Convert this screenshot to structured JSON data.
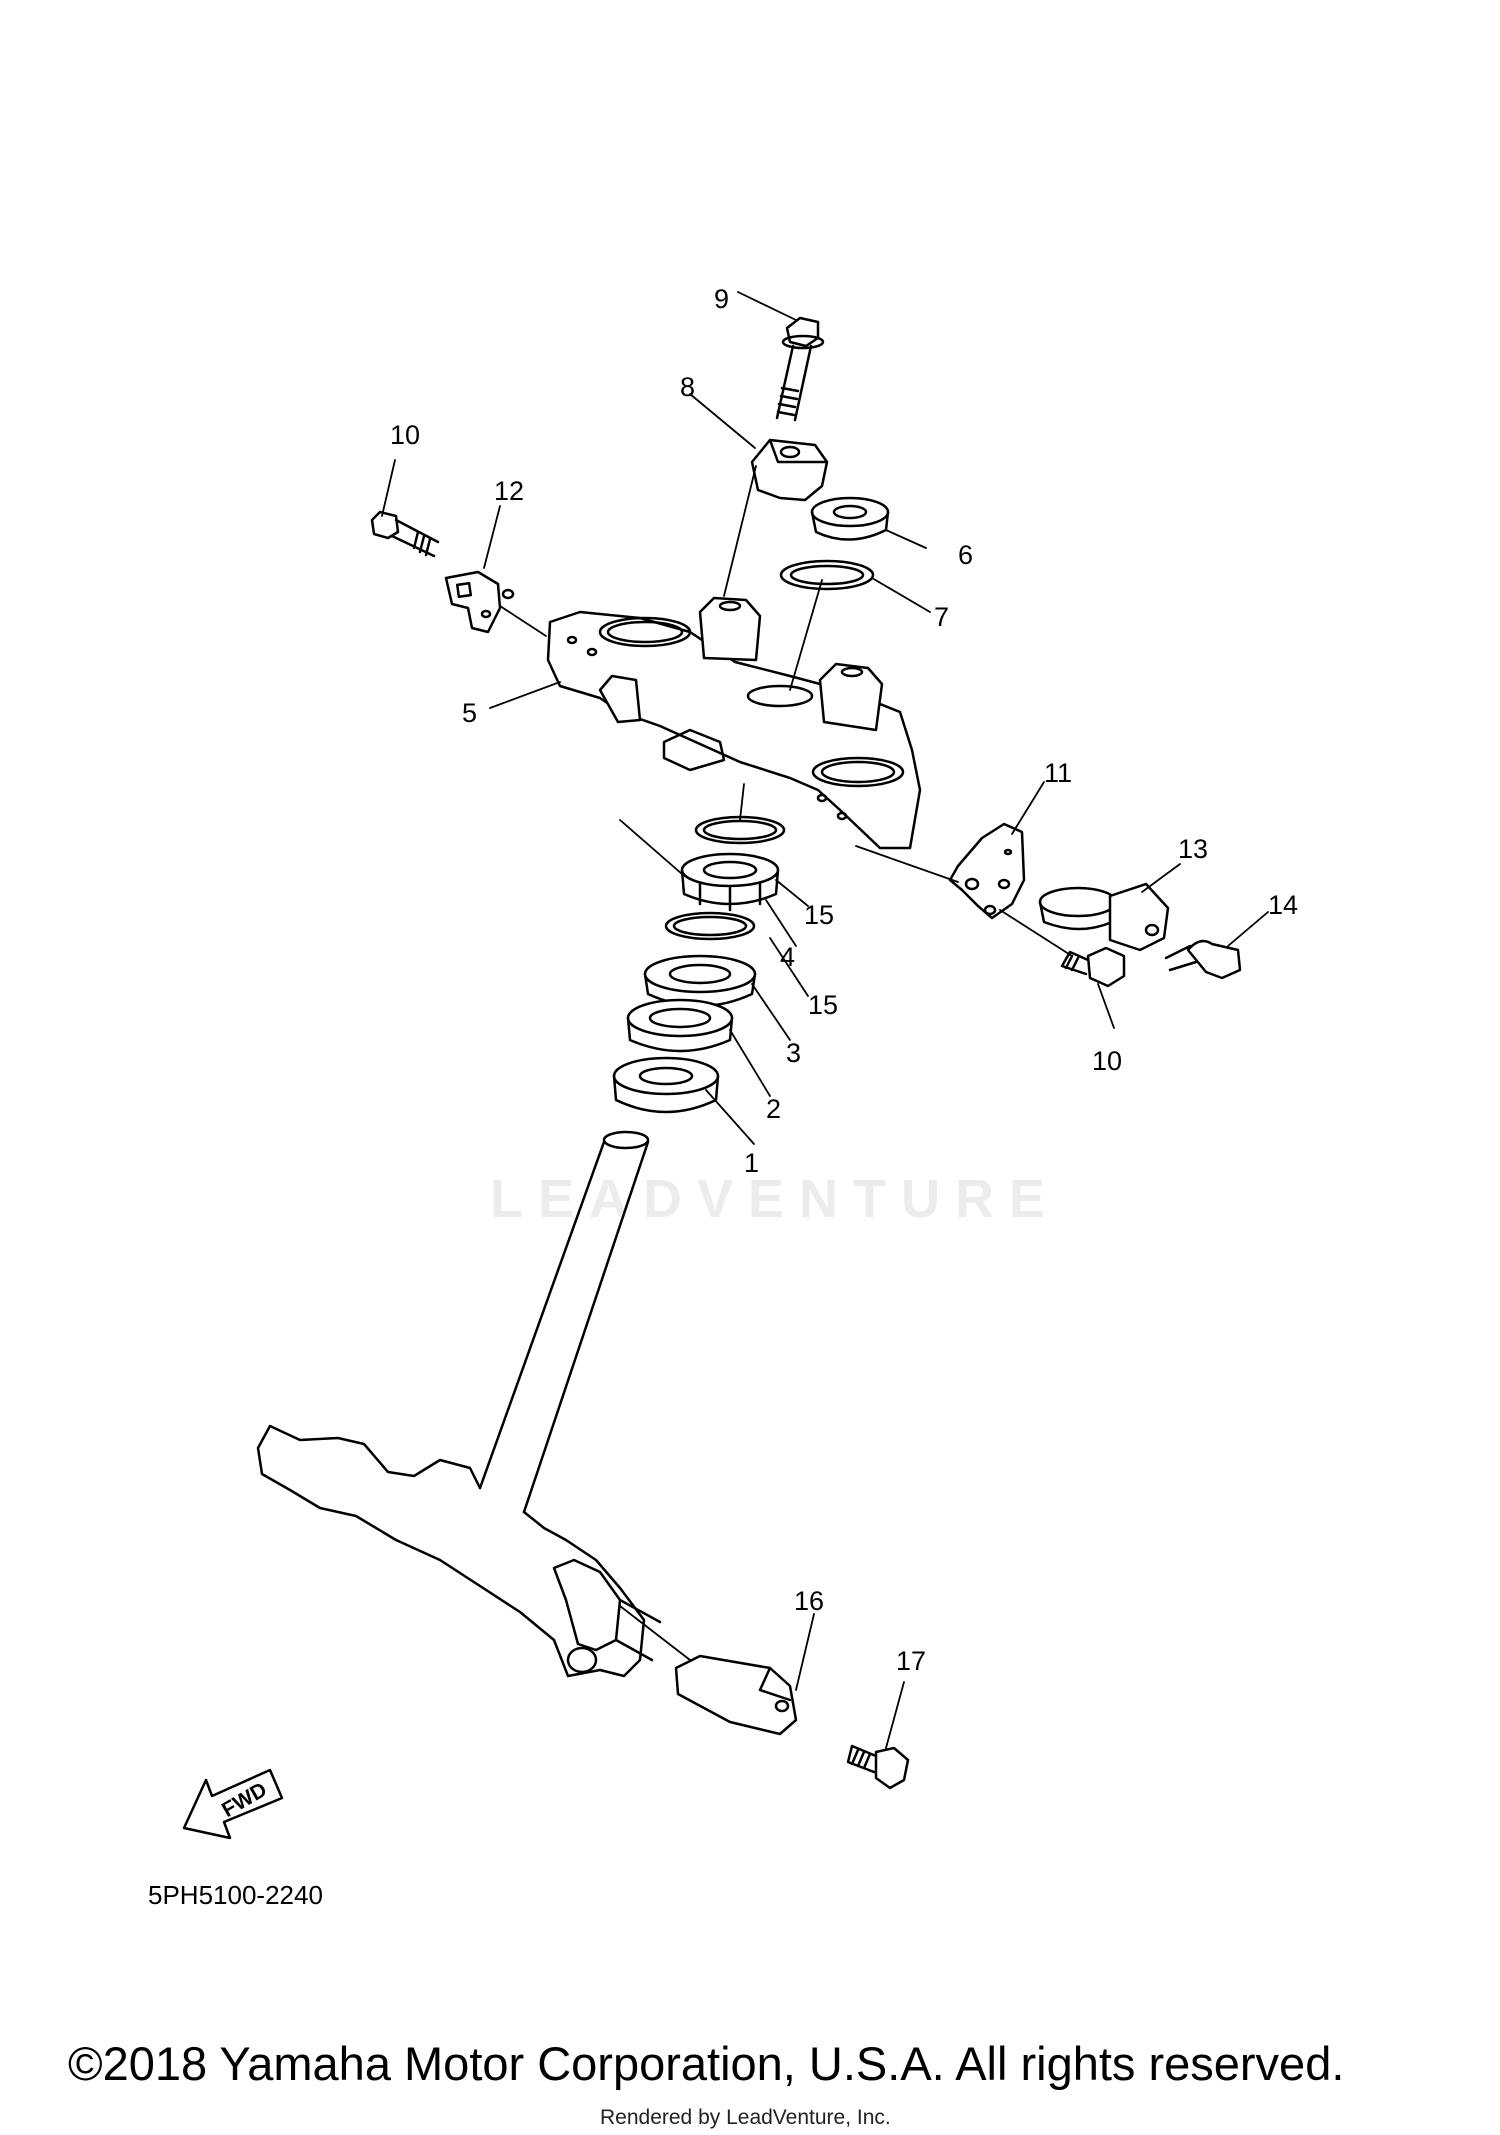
{
  "diagram": {
    "callouts": [
      "1",
      "2",
      "3",
      "4",
      "5",
      "6",
      "7",
      "8",
      "9",
      "10",
      "10",
      "11",
      "12",
      "13",
      "14",
      "15",
      "15",
      "16",
      "17"
    ],
    "fwd_label": "FWD",
    "part_code": "5PH5100-2240",
    "watermark": "LEADVENTURE",
    "copyright": "©2018 Yamaha Motor Corporation, U.S.A. All rights reserved.",
    "rendered_by": "Rendered by LeadVenture, Inc."
  }
}
